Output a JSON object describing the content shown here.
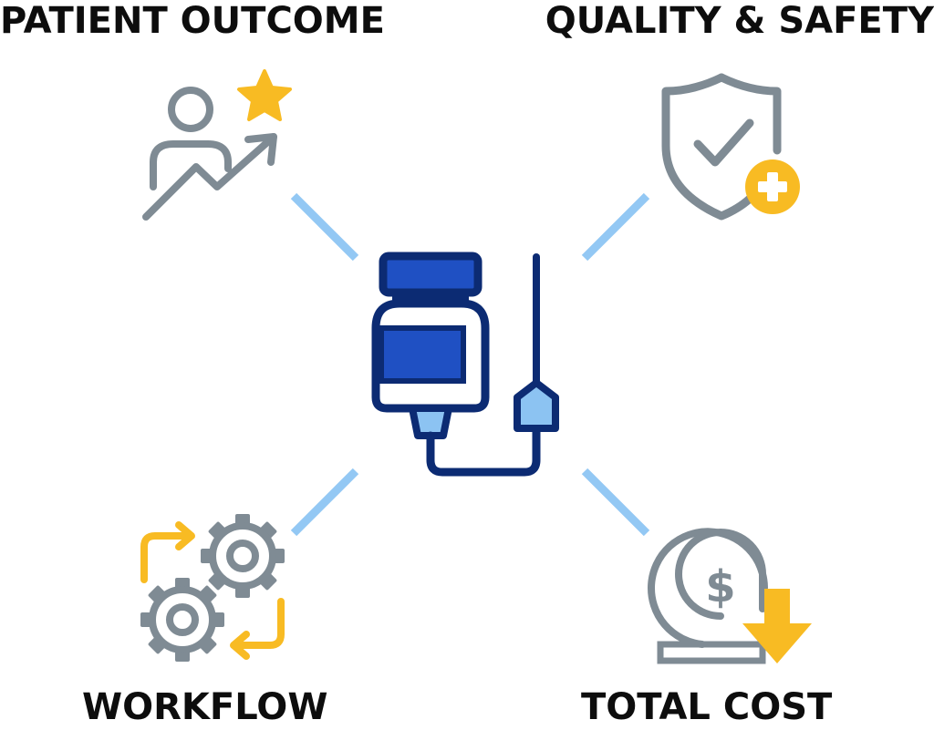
{
  "labels": {
    "top_left": "PATIENT OUTCOME",
    "top_right": "QUALITY & SAFETY",
    "bottom_left": "WORKFLOW",
    "bottom_right": "TOTAL COST"
  },
  "icons": {
    "center": "iv-bottle-icon",
    "top_left": "patient-improvement-icon",
    "top_right": "shield-check-plus-icon",
    "bottom_left": "gears-cycle-icon",
    "bottom_right": "coin-cost-down-icon",
    "currency_symbol": "$"
  },
  "colors": {
    "text": "#0d0d0d",
    "gray": "#7f8b94",
    "yellow": "#f8bb23",
    "navy": "#0c2b73",
    "blue": "#1f50c3",
    "light_blue": "#8cc3f2",
    "connector": "#93c8f4"
  }
}
